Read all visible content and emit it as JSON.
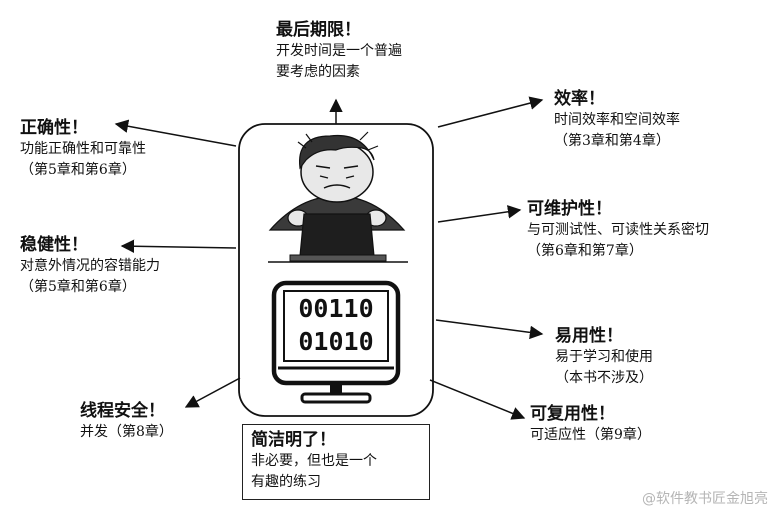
{
  "labels": {
    "deadline": {
      "title": "最后期限！",
      "lines": [
        "开发时间是一个普遍",
        "要考虑的因素"
      ]
    },
    "correctness": {
      "title": "正确性！",
      "lines": [
        "功能正确性和可靠性",
        "（第5章和第6章）"
      ]
    },
    "robustness": {
      "title": "稳健性！",
      "lines": [
        "对意外情况的容错能力",
        "（第5章和第6章）"
      ]
    },
    "thread_safety": {
      "title": "线程安全！",
      "lines": [
        "并发（第8章）"
      ]
    },
    "efficiency": {
      "title": "效率！",
      "lines": [
        "时间效率和空间效率",
        "（第3章和第4章）"
      ]
    },
    "maintainability": {
      "title": "可维护性！",
      "lines": [
        "与可测试性、可读性关系密切",
        "（第6章和第7章）"
      ]
    },
    "usability": {
      "title": "易用性！",
      "lines": [
        "易于学习和使用",
        "（本书不涉及）"
      ]
    },
    "reusability": {
      "title": "可复用性！",
      "lines": [
        "可适应性（第9章）"
      ]
    },
    "simplicity": {
      "title": "简洁明了！",
      "lines": [
        "非必要，但也是一个",
        "有趣的练习"
      ]
    }
  },
  "monitor_digits": [
    "00110",
    "01010"
  ],
  "watermark": "@软件教书匠金旭亮"
}
